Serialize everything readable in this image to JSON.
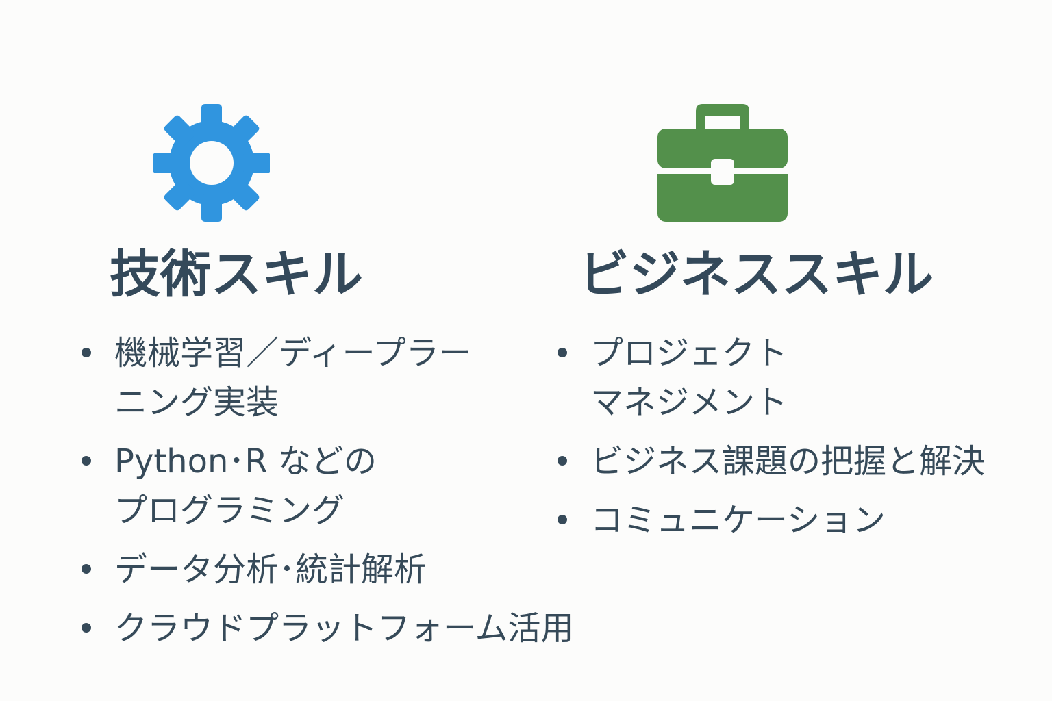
{
  "colors": {
    "gear": "#3095df",
    "briefcase": "#53904b",
    "text": "#364a59",
    "background": "#fcfcfb"
  },
  "technical": {
    "icon": "gear-icon",
    "title": "技術スキル",
    "items": [
      {
        "lines": [
          "機械学習／ディープラー",
          "ニング実装"
        ]
      },
      {
        "lines": [
          "Python･R などの",
          "プログラミング"
        ]
      },
      {
        "lines": [
          "データ分析･統計解析"
        ]
      },
      {
        "lines": [
          "クラウドプラットフォーム活用"
        ]
      }
    ]
  },
  "business": {
    "icon": "briefcase-icon",
    "title": "ビジネススキル",
    "items": [
      {
        "lines": [
          "プロジェクト",
          "マネジメント"
        ]
      },
      {
        "lines": [
          "ビジネス課題の把握と解決"
        ]
      },
      {
        "lines": [
          "コミュニケーション"
        ]
      }
    ]
  }
}
